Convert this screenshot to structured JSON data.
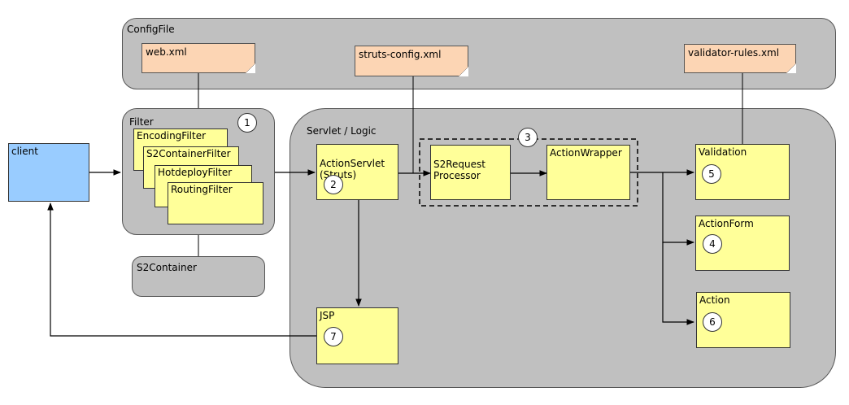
{
  "groups": {
    "configfile": "ConfigFile",
    "filter": "Filter",
    "servlet_logic": "Servlet / Logic",
    "s2container": "S2Container"
  },
  "config_files": {
    "web_xml": "web.xml",
    "struts_config": "struts-config.xml",
    "validator_rules": "validator-rules.xml"
  },
  "filters": [
    "EncodingFilter",
    "S2ContainerFilter",
    "HotdeployFilter",
    "RoutingFilter"
  ],
  "nodes": {
    "client": "client",
    "action_servlet": "ActionServlet\n(Struts)",
    "s2request_processor": "S2Request\nProcessor",
    "action_wrapper": "ActionWrapper",
    "validation": "Validation",
    "action_form": "ActionForm",
    "action": "Action",
    "jsp": "JSP"
  },
  "steps": {
    "filter": "1",
    "action_servlet": "2",
    "s2request_processor_group": "3",
    "action_form": "4",
    "validation": "5",
    "action": "6",
    "jsp": "7"
  },
  "colors": {
    "group_fill": "#c0c0c0",
    "config_note_fill": "#fcd5b4",
    "component_fill": "#ffff99",
    "client_fill": "#99ccff",
    "step_circle_fill": "#ffffff"
  }
}
